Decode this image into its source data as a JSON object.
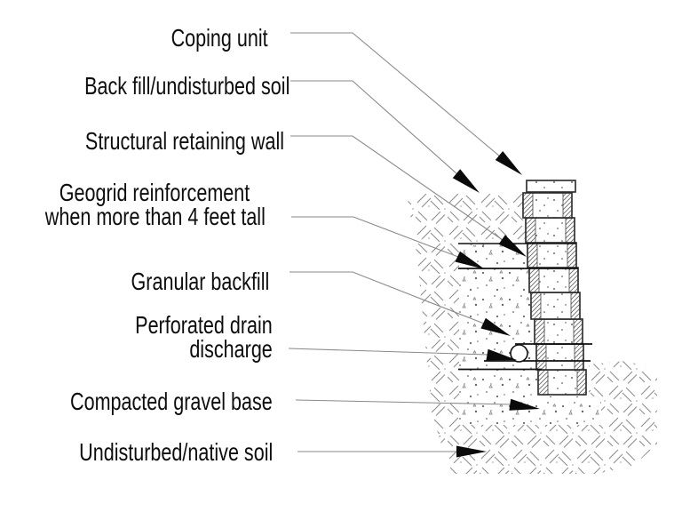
{
  "diagram": {
    "type": "retaining-wall-cross-section",
    "labels": [
      {
        "id": "coping-unit",
        "lines": [
          "Coping unit"
        ]
      },
      {
        "id": "backfill-undisturbed-soil",
        "lines": [
          "Back fill/undisturbed soil"
        ]
      },
      {
        "id": "structural-retaining-wall",
        "lines": [
          "Structural retaining wall"
        ]
      },
      {
        "id": "geogrid-reinforcement",
        "lines": [
          "Geogrid reinforcement",
          "when more than 4 feet tall"
        ]
      },
      {
        "id": "granular-backfill",
        "lines": [
          "Granular backfill"
        ]
      },
      {
        "id": "perforated-drain",
        "lines": [
          "Perforated drain",
          "discharge"
        ]
      },
      {
        "id": "compacted-gravel-base",
        "lines": [
          "Compacted gravel base"
        ]
      },
      {
        "id": "undisturbed-native-soil",
        "lines": [
          "Undisturbed/native soil"
        ]
      }
    ],
    "colors": {
      "ink": "#111111",
      "block_border": "#2b2b2b",
      "leader": "#8a8a8a",
      "hatch": "#8e8e8e",
      "stipple": "#666666",
      "background": "#ffffff"
    }
  }
}
